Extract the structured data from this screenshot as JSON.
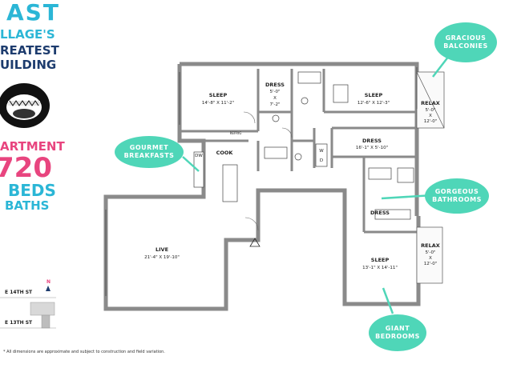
{
  "branding": {
    "line1": "AST",
    "line2": "LLAGE'S",
    "line3": "REATEST",
    "line4": "UILDING",
    "line5": "ARTMENT",
    "line6": "720",
    "line7": "BEDS",
    "line8": "BATHS"
  },
  "rooms": {
    "sleep1": {
      "name": "SLEEP",
      "dim": "14'-8\" X 11'-2\""
    },
    "dress1": {
      "name": "DRESS",
      "dim1": "5'-0\"",
      "dim2": "X",
      "dim3": "7'-2\""
    },
    "sleep2": {
      "name": "SLEEP",
      "dim": "12'-6\" X 12'-3\""
    },
    "relax1": {
      "name": "RELAX",
      "dim1": "5'-0\"",
      "dim2": "X",
      "dim3": "12'-0\""
    },
    "cook": {
      "name": "COOK"
    },
    "dress2": {
      "name": "DRESS",
      "dim": "16'-1\" X 5'-10\""
    },
    "dress3": {
      "name": "DRESS"
    },
    "live": {
      "name": "LIVE",
      "dim": "21'-4\" X 19'-10\""
    },
    "sleep3": {
      "name": "SLEEP",
      "dim": "13'-1\" X 14'-11\""
    },
    "relax2": {
      "name": "RELAX",
      "dim1": "5'-0\"",
      "dim2": "X",
      "dim3": "12'-0\""
    },
    "dw": "DW",
    "w": "W",
    "d": "D",
    "fridge": "REFRIG"
  },
  "callouts": {
    "balconies": "GRACIOUS BALCONIES",
    "breakfasts": "GOURMET BREAKFASTS",
    "bathrooms": "GORGEOUS BATHROOMS",
    "bedrooms": "GIANT BEDROOMS"
  },
  "map": {
    "north": "N",
    "street1": "E 14TH ST",
    "street2": "E 13TH ST"
  },
  "footnote": "* All dimensions are approximate and subject to construction and field variation.",
  "colors": {
    "cyan": "#2bb6d6",
    "navy": "#1d3c6e",
    "pink": "#e8457f",
    "callout": "#4fd6b8",
    "wall": "#8a8a8a"
  }
}
